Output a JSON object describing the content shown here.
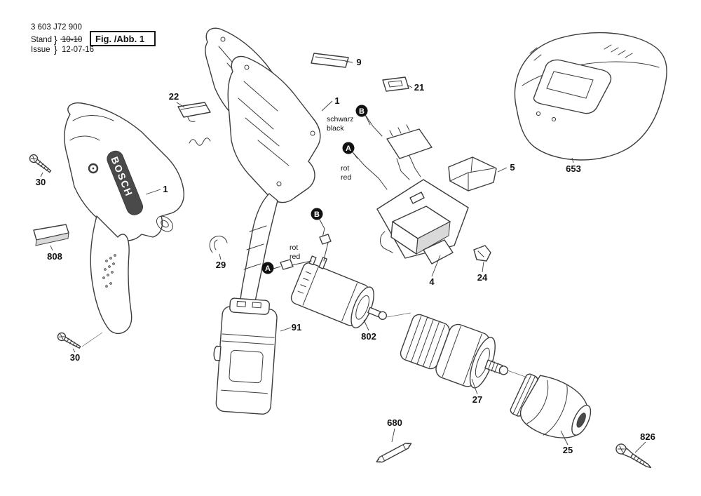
{
  "title_block": {
    "part_number": "3 603 J72 900",
    "stand_label": "Stand",
    "issue_label": "Issue",
    "brace": "}",
    "superseded_date": "10-10",
    "issue_date": "12-07-16",
    "figure_label": "Fig. /Abb. 1"
  },
  "brand_text": "BOSCH",
  "callouts": {
    "part9": "9",
    "part21": "21",
    "part1_right": "1",
    "part1_left": "1",
    "part22": "22",
    "part30_top": "30",
    "part30_bottom": "30",
    "part808": "808",
    "part29": "29",
    "part91": "91",
    "part5": "5",
    "part653": "653",
    "part4": "4",
    "part24": "24",
    "part802": "802",
    "part27": "27",
    "part25": "25",
    "part680": "680",
    "part826": "826"
  },
  "wire_callouts": {
    "marker_b_upper": "B",
    "marker_a_upper": "A",
    "schwarz": "schwarz",
    "black": "black",
    "rot_upper": "rot",
    "red_upper": "red",
    "marker_b_lower": "B",
    "marker_a_lower": "A",
    "rot_lower": "rot",
    "red_lower": "red"
  },
  "colors": {
    "line": "#3d3d3d",
    "label": "#111111",
    "background": "#ffffff"
  }
}
